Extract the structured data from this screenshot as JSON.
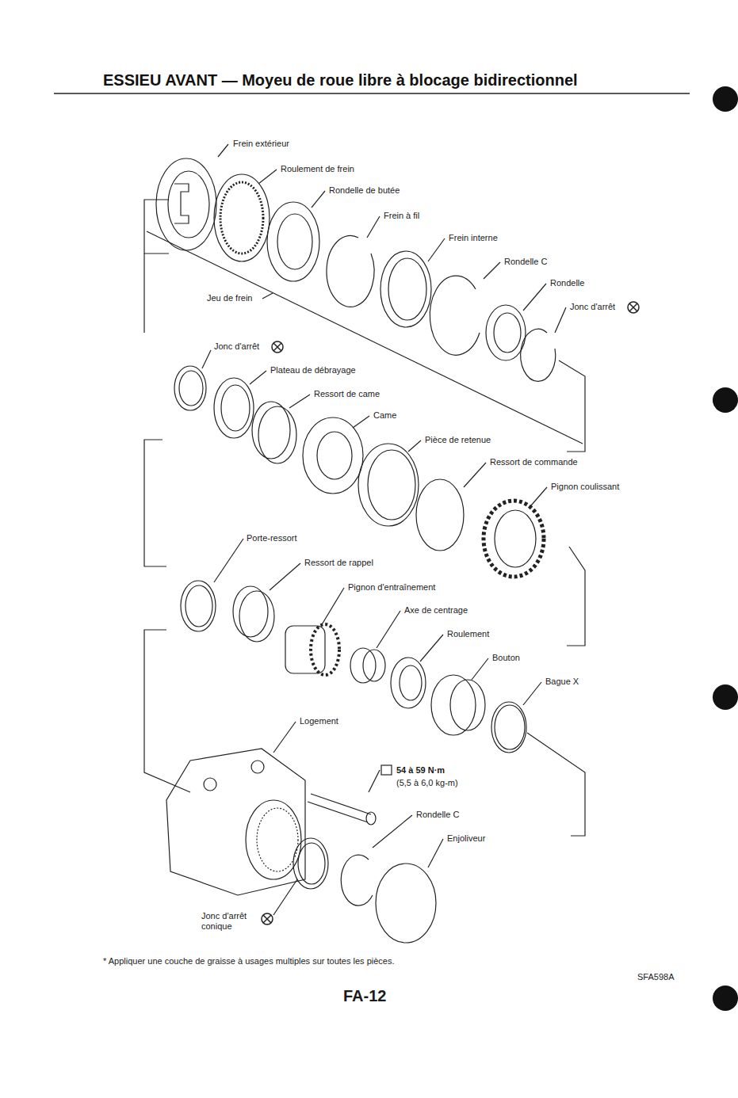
{
  "diagram": {
    "title": "ESSIEU AVANT — Moyeu de roue libre à blocage bidirectionnel",
    "labels": [
      "Frein extérieur",
      "Roulement de frein",
      "Rondelle de butée",
      "Frein à fil",
      "Frein interne",
      "Rondelle C",
      "Rondelle",
      "Jonc d'arrêt",
      "Jeu de frein",
      "Jonc d'arrêt",
      "Plateau de débrayage",
      "Ressort de came",
      "Came",
      "Pièce de retenue",
      "Ressort de commande",
      "Pignon coulissant",
      "Porte-ressort",
      "Ressort de rappel",
      "Pignon d'entraînement",
      "Axe de centrage",
      "Roulement",
      "Bouton",
      "Bague X",
      "Logement",
      "54 à 59 N·m",
      "(5,5 à 6,0 kg-m)",
      "Rondelle C",
      "Enjoliveur",
      "Jonc d'arrêt conique",
      "* Appliquer une couche de graisse à usages multiples sur toutes les pièces.",
      "SFA598A",
      "FA-12"
    ]
  }
}
